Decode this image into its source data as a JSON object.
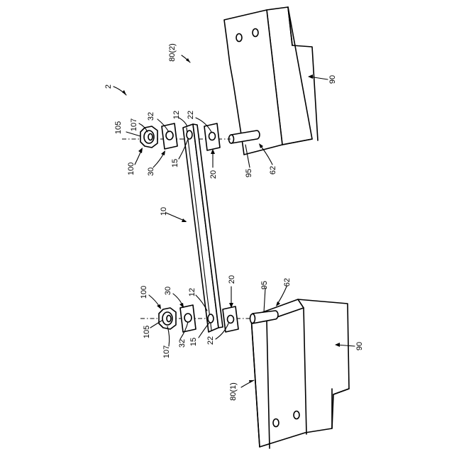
{
  "labels": {
    "assembly": "2",
    "holder_top": "80(2)",
    "holder_bottom": "80(1)",
    "block_top": "90",
    "block_bottom": "90",
    "bar": "10",
    "bar_hole_top": "12",
    "bar_hole_bottom": "12",
    "bar_bore_top": "15",
    "bar_bore_bottom": "15",
    "plate_top": "20",
    "plate_bottom": "20",
    "plate_hole_top": "22",
    "plate_hole_bottom": "22",
    "washer_top": "30",
    "washer_bottom": "30",
    "washer_hole_top": "32",
    "washer_hole_bottom": "32",
    "nut_top": "100",
    "nut_bottom": "100",
    "nut_body_top": "105",
    "nut_body_bottom": "105",
    "nut_flange_top": "107",
    "nut_flange_bottom": "107",
    "pin_top": "62",
    "pin_bottom": "62",
    "pin_shaft_top": "95",
    "pin_shaft_bottom": "95"
  }
}
